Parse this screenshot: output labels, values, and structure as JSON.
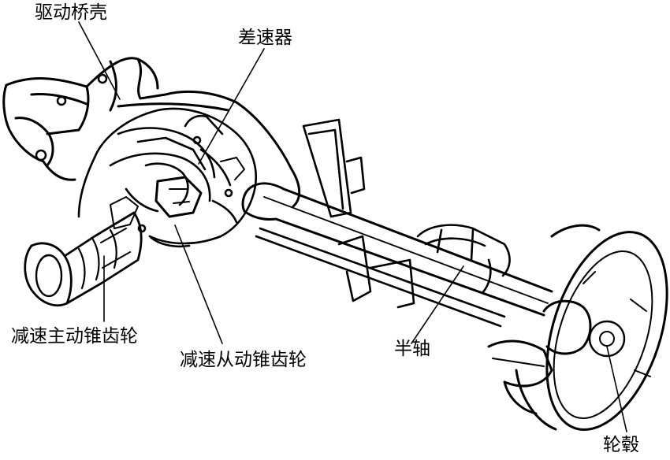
{
  "labels": {
    "axle_housing": "驱动桥壳",
    "differential": "差速器",
    "drive_pinion": "减速主动锥齿轮",
    "driven_gear": "减速从动锥齿轮",
    "half_shaft": "半轴",
    "wheel_hub": "轮毂"
  },
  "colors": {
    "ink": "#000000",
    "paper": "#ffffff"
  }
}
